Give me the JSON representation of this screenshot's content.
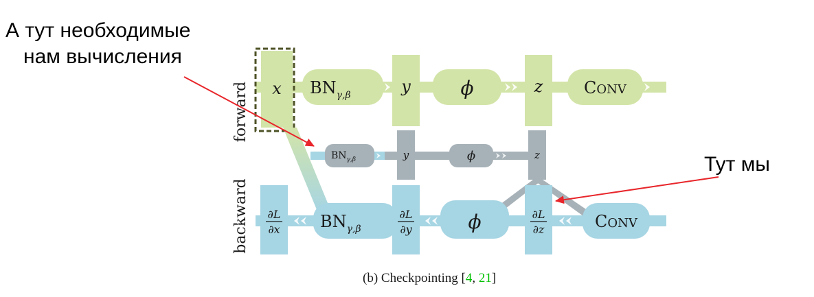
{
  "annotations": {
    "top_left_line1": "А тут необходимые",
    "top_left_line2": "нам вычисления",
    "right": "Тут мы"
  },
  "side_labels": {
    "forward": "forward",
    "backward": "backward"
  },
  "nodes": {
    "x": "x",
    "bn_base": "BN",
    "bn_sub": "γ,β",
    "y": "y",
    "phi": "ϕ",
    "z": "z",
    "conv_first": "C",
    "conv_rest": "ONV",
    "dL": "∂L",
    "dx": "∂x",
    "dy": "∂y",
    "dz": "∂z"
  },
  "caption": {
    "prefix": "(b)  Checkpointing [",
    "ref1": "4",
    "sep": ", ",
    "ref2": "21",
    "suffix": "]"
  },
  "colors": {
    "forward": "#d3e4a8",
    "recompute": "#a7b2b8",
    "backward": "#a6d5e3",
    "arrow": "#e8262b",
    "checkpoint_border": "#4e5226",
    "ref_link": "#00c000"
  }
}
